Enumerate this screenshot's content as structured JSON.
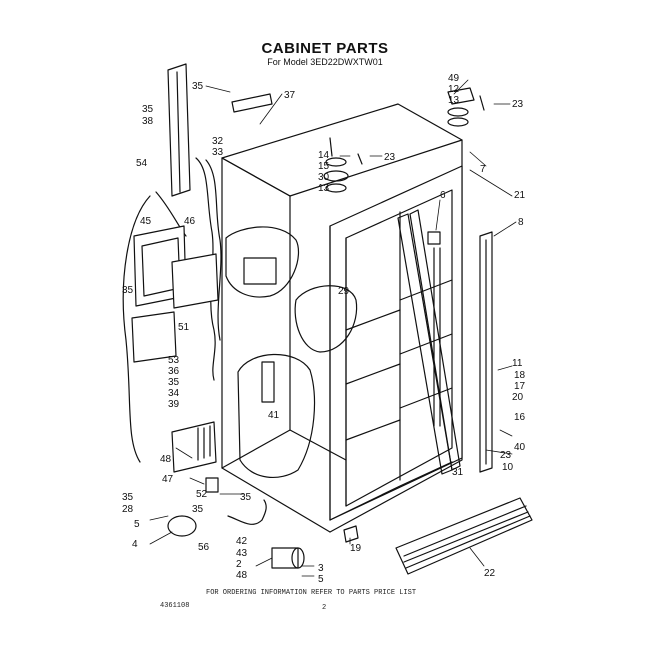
{
  "title": "CABINET PARTS",
  "model_line": "For Model 3ED22DWXTW01",
  "footer_code": "4361108",
  "footer_note": "FOR ORDERING INFORMATION REFER TO PARTS PRICE LIST",
  "page_number": "2",
  "callouts": [
    {
      "id": "c35a",
      "label": "35"
    },
    {
      "id": "c37",
      "label": "37"
    },
    {
      "id": "c49",
      "label": "49"
    },
    {
      "id": "c12a",
      "label": "12"
    },
    {
      "id": "c13a",
      "label": "13"
    },
    {
      "id": "c23a",
      "label": "23"
    },
    {
      "id": "c35b",
      "label": "35"
    },
    {
      "id": "c38",
      "label": "38"
    },
    {
      "id": "c32",
      "label": "32"
    },
    {
      "id": "c33",
      "label": "33"
    },
    {
      "id": "c14",
      "label": "14"
    },
    {
      "id": "c15",
      "label": "15"
    },
    {
      "id": "c30",
      "label": "30"
    },
    {
      "id": "c13b",
      "label": "13"
    },
    {
      "id": "c23b",
      "label": "23"
    },
    {
      "id": "c7",
      "label": "7"
    },
    {
      "id": "c21",
      "label": "21"
    },
    {
      "id": "c54",
      "label": "54"
    },
    {
      "id": "c45",
      "label": "45"
    },
    {
      "id": "c46",
      "label": "46"
    },
    {
      "id": "c6",
      "label": "6"
    },
    {
      "id": "c8",
      "label": "8"
    },
    {
      "id": "c35c",
      "label": "35"
    },
    {
      "id": "c51",
      "label": "51"
    },
    {
      "id": "c29",
      "label": "29"
    },
    {
      "id": "c53",
      "label": "53"
    },
    {
      "id": "c36",
      "label": "36"
    },
    {
      "id": "c35d",
      "label": "35"
    },
    {
      "id": "c34",
      "label": "34"
    },
    {
      "id": "c39",
      "label": "39"
    },
    {
      "id": "c41",
      "label": "41"
    },
    {
      "id": "c11",
      "label": "11"
    },
    {
      "id": "c18",
      "label": "18"
    },
    {
      "id": "c17",
      "label": "17"
    },
    {
      "id": "c20",
      "label": "20"
    },
    {
      "id": "c16",
      "label": "16"
    },
    {
      "id": "c40",
      "label": "40"
    },
    {
      "id": "c48",
      "label": "48"
    },
    {
      "id": "c23c",
      "label": "23"
    },
    {
      "id": "c10",
      "label": "10"
    },
    {
      "id": "c47",
      "label": "47"
    },
    {
      "id": "c31",
      "label": "31"
    },
    {
      "id": "c52",
      "label": "52"
    },
    {
      "id": "c35e",
      "label": "35"
    },
    {
      "id": "c35f",
      "label": "35"
    },
    {
      "id": "c28",
      "label": "28"
    },
    {
      "id": "c35g",
      "label": "35"
    },
    {
      "id": "c5a",
      "label": "5"
    },
    {
      "id": "c4",
      "label": "4"
    },
    {
      "id": "c56",
      "label": "56"
    },
    {
      "id": "c42",
      "label": "42"
    },
    {
      "id": "c43",
      "label": "43"
    },
    {
      "id": "c2",
      "label": "2"
    },
    {
      "id": "c48b",
      "label": "48"
    },
    {
      "id": "c19",
      "label": "19"
    },
    {
      "id": "c3",
      "label": "3"
    },
    {
      "id": "c5b",
      "label": "5"
    },
    {
      "id": "c22",
      "label": "22"
    }
  ]
}
